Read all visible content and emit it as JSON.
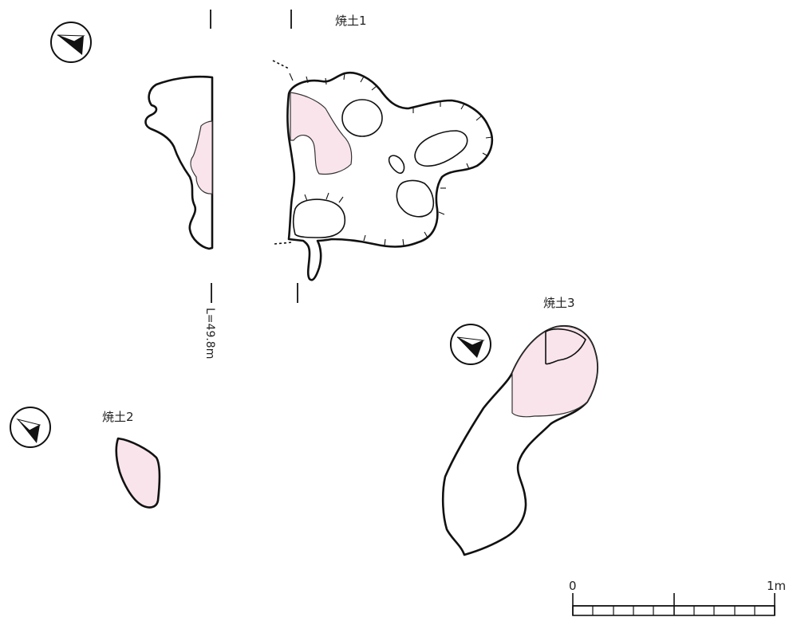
{
  "labels": {
    "feature1": "焼土1",
    "feature2": "焼土2",
    "feature3": "焼土3",
    "elevation": "L=49.8m"
  },
  "scale_bar": {
    "start_label": "0",
    "end_label": "1m"
  },
  "icons": [
    "north-arrow-icon",
    "north-arrow-icon",
    "north-arrow-icon"
  ],
  "colors": {
    "burnt_soil": "#f9e4ec",
    "line": "#111111"
  }
}
